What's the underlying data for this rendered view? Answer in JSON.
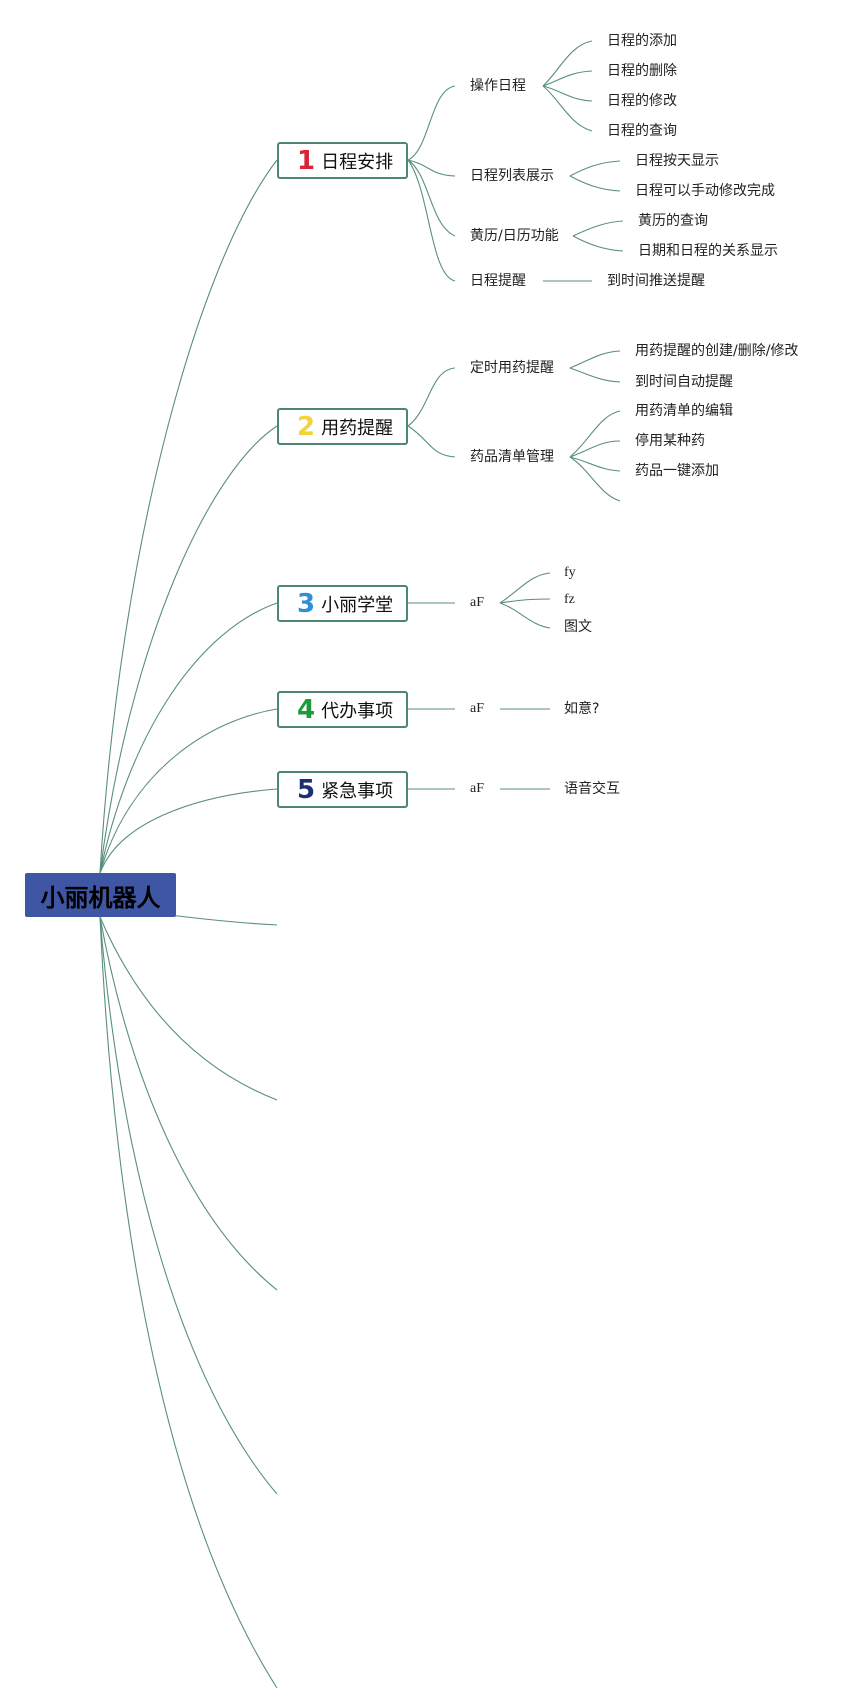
{
  "root": {
    "label": "小丽机器人",
    "color": "#3e56a3"
  },
  "branches": [
    {
      "number": "1",
      "number_color": "#d8243b",
      "label": "日程安排",
      "children": [
        {
          "label": "操作日程",
          "children": [
            "日程的添加",
            "日程的删除",
            "日程的修改",
            "日程的查询"
          ]
        },
        {
          "label": "日程列表展示",
          "children": [
            "日程按天显示",
            "日程可以手动修改完成"
          ]
        },
        {
          "label": "黄历/日历功能",
          "children": [
            "黄历的查询",
            "日期和日程的关系显示"
          ]
        },
        {
          "label": "日程提醒",
          "children": [
            "到时间推送提醒"
          ]
        }
      ]
    },
    {
      "number": "2",
      "number_color": "#f2d33a",
      "label": "用药提醒",
      "children": [
        {
          "label": "定时用药提醒",
          "children": [
            "用药提醒的创建/删除/修改",
            "到时间自动提醒"
          ]
        },
        {
          "label": "药品清单管理",
          "children": [
            "用药清单的编辑",
            "停用某种药",
            "药品一键添加"
          ]
        }
      ]
    },
    {
      "number": "3",
      "number_color": "#2e8fd6",
      "label": "小丽学堂",
      "children": [
        {
          "label": "aF",
          "children": [
            "fy",
            "fz",
            "图文"
          ]
        }
      ]
    },
    {
      "number": "4",
      "number_color": "#1f9a3a",
      "label": "代办事项",
      "children": [
        {
          "label": "aF",
          "children": [
            "如意?"
          ]
        }
      ]
    },
    {
      "number": "5",
      "number_color": "#1c2f73",
      "label": "紧急事项",
      "children": [
        {
          "label": "aF",
          "children": [
            "语音交互"
          ]
        }
      ]
    }
  ],
  "line_color": "#5a8f7b"
}
